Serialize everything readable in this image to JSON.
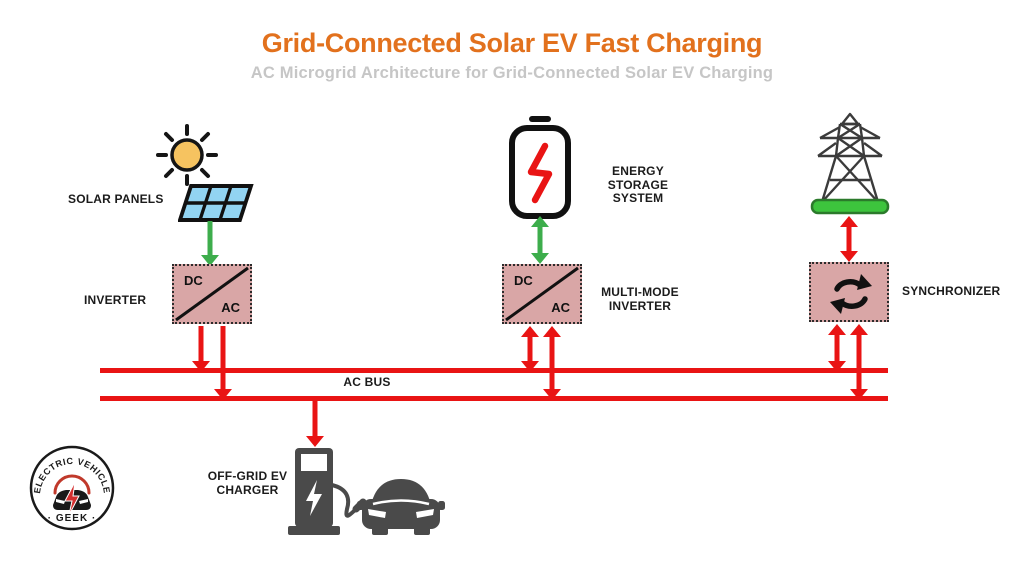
{
  "header": {
    "title": "Grid-Connected Solar EV Fast Charging",
    "subtitle": "AC Microgrid Architecture for Grid-Connected Solar EV Charging"
  },
  "nodes": {
    "solar_panels": {
      "label": "SOLAR PANELS"
    },
    "inverter": {
      "label": "INVERTER",
      "dc": "DC",
      "ac": "AC"
    },
    "energy_storage": {
      "label": "ENERGY STORAGE SYSTEM"
    },
    "multi_mode_inverter": {
      "label": "MULTI-MODE INVERTER",
      "dc": "DC",
      "ac": "AC"
    },
    "synchronizer": {
      "label": "SYNCHRONIZER"
    },
    "ac_bus": {
      "label": "AC BUS"
    },
    "ev_charger": {
      "label": "OFF-GRID EV CHARGER"
    }
  },
  "logo": {
    "top_text": "ELECTRIC VEHICLE",
    "bottom_text": "· GEEK ·"
  },
  "colors": {
    "title_orange": "#E2711D",
    "subtitle_gray": "#C6C6C6",
    "wire_red": "#E91414",
    "wire_green": "#3DAD4C",
    "converter_box_pink": "#D9A6A6",
    "icon_dark_gray": "#4A4A4A",
    "solar_cell_blue": "#92D4F2",
    "sun_orange": "#F6C360",
    "tower_base_green": "#3DC43D"
  }
}
